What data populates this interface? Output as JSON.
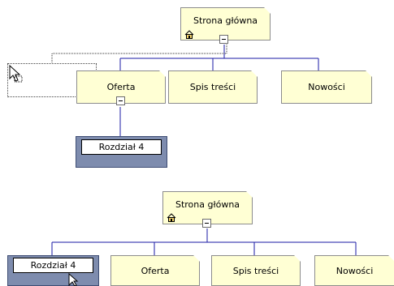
{
  "top_tree": {
    "root_label": "Strona główna",
    "children": [
      "Oferta",
      "Spis treści",
      "Nowości"
    ],
    "dragged_child": "Rozdział 4"
  },
  "bottom_tree": {
    "root_label": "Strona główna",
    "children": [
      "Rozdział 4",
      "Oferta",
      "Spis treści",
      "Nowości"
    ]
  },
  "colors": {
    "connector": "#1a1aa6",
    "page_fill": "#ffffd4",
    "selection_frame": "#7e8cae"
  },
  "icons": {
    "home": "home-icon",
    "collapse": "minus-toggle-icon",
    "cursor": "arrow-cursor-icon"
  }
}
